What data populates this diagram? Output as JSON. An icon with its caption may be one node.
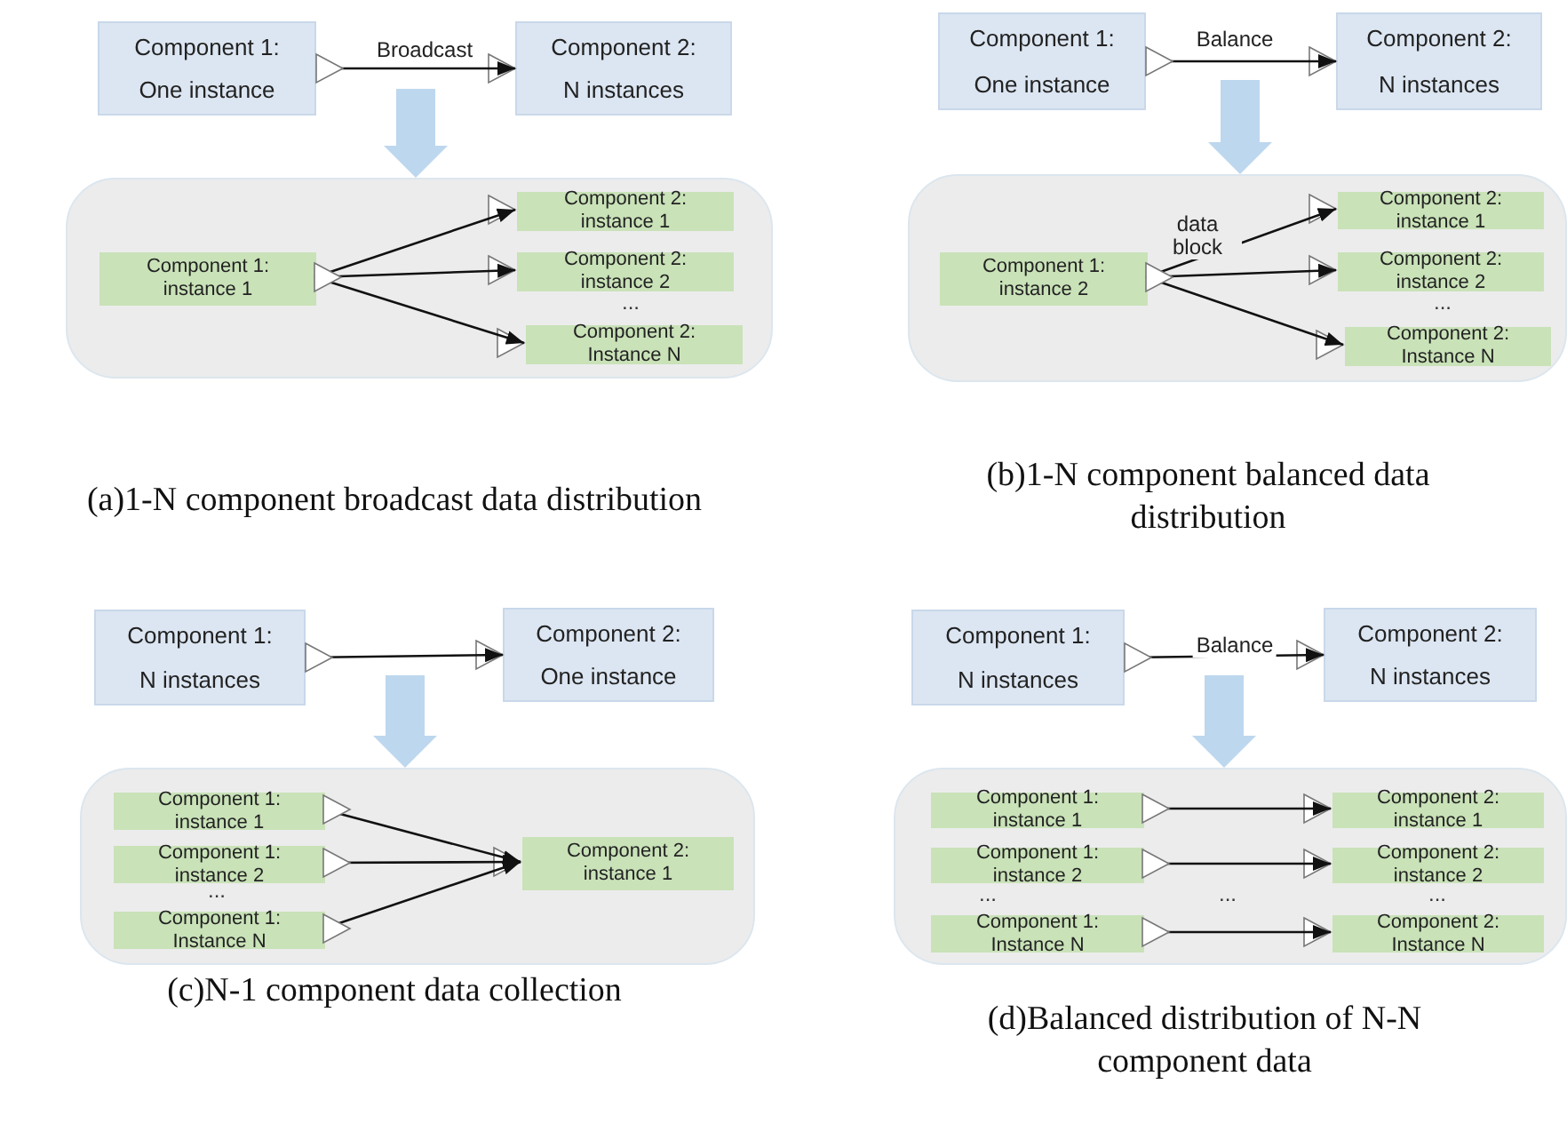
{
  "diagram": {
    "nodes": [
      {
        "text": [
          "Component 1:",
          "One instance"
        ]
      },
      {
        "text": [
          "Component 2:",
          "N instances"
        ]
      },
      {
        "text": [],
        "shape": "box"
      },
      {
        "text": [
          "Component 1: instance 1"
        ],
        "in": 2
      },
      {
        "text": [
          "Component 2: instance 1"
        ],
        "in": 2
      },
      {
        "text": [
          "Component 2: instance 2"
        ],
        "in": 2
      },
      {
        "text": [
          "Component 2: Instance N"
        ],
        "in": 2
      },
      {
        "text": [
          "Component 1:",
          "One instance"
        ]
      },
      {
        "text": [
          "Component 2:",
          "N instances"
        ]
      },
      {
        "text": [],
        "shape": "box"
      },
      {
        "text": [
          "Component 1: instance 2"
        ],
        "in": 9
      },
      {
        "text": [
          "Component 2: instance 1"
        ],
        "in": 9
      },
      {
        "text": [
          "Component 2: instance 2"
        ],
        "in": 9
      },
      {
        "text": [
          "Component 2: Instance N"
        ],
        "in": 9
      },
      {
        "text": [
          "Component 1:",
          "N instances"
        ]
      },
      {
        "text": [
          "Component 2:",
          "One instance"
        ]
      },
      {
        "text": [],
        "shape": "box"
      },
      {
        "text": [
          "Component 1: instance 1"
        ],
        "in": 16
      },
      {
        "text": [
          "Component 1: instance 2"
        ],
        "in": 16
      },
      {
        "text": [
          "Component 1: Instance N"
        ],
        "in": 16
      },
      {
        "text": [
          "Component 2: instance 1"
        ],
        "in": 16
      },
      {
        "text": [
          "Component 1:",
          "N instances"
        ]
      },
      {
        "text": [
          "Component 2:",
          "N instances"
        ]
      },
      {
        "text": [],
        "shape": "box"
      },
      {
        "text": [
          "Component 1: instance 1"
        ],
        "in": 23
      },
      {
        "text": [
          "Component 1: instance 2"
        ],
        "in": 23
      },
      {
        "text": [
          "Component 1: Instance N"
        ],
        "in": 23
      },
      {
        "text": [
          "Component 2: instance 1"
        ],
        "in": 23
      },
      {
        "text": [
          "Component 2: instance 2"
        ],
        "in": 23
      },
      {
        "text": [
          "Component 2: Instance N"
        ],
        "in": 23
      }
    ],
    "edges": [
      {
        "from": 0,
        "to": 1,
        "arrow": "to",
        "label": "Broadcast"
      },
      {
        "from": null,
        "to": 2,
        "arrow": "to",
        "style": "thick",
        "color": "#bdd7ee"
      },
      {
        "from": 3,
        "to": 4,
        "arrow": "to"
      },
      {
        "from": 3,
        "to": 5,
        "arrow": "to"
      },
      {
        "from": 3,
        "to": 6,
        "arrow": "to"
      },
      {
        "from": 7,
        "to": 8,
        "arrow": "to",
        "label": "Balance"
      },
      {
        "from": null,
        "to": 9,
        "arrow": "to",
        "style": "thick",
        "color": "#bdd7ee"
      },
      {
        "from": 10,
        "to": 11,
        "arrow": "to",
        "label": "data block"
      },
      {
        "from": 10,
        "to": 12,
        "arrow": "to"
      },
      {
        "from": 10,
        "to": 13,
        "arrow": "to"
      },
      {
        "from": 14,
        "to": 15,
        "arrow": "to"
      },
      {
        "from": null,
        "to": 16,
        "arrow": "to",
        "style": "thick",
        "color": "#bdd7ee"
      },
      {
        "from": 17,
        "to": 20,
        "arrow": "to"
      },
      {
        "from": 18,
        "to": 20,
        "arrow": "to"
      },
      {
        "from": 19,
        "to": 20,
        "arrow": "to"
      },
      {
        "from": 21,
        "to": 22,
        "arrow": "to",
        "label": "Balance"
      },
      {
        "from": null,
        "to": 23,
        "arrow": "to",
        "style": "thick",
        "color": "#bdd7ee"
      },
      {
        "from": 24,
        "to": 27,
        "arrow": "to"
      },
      {
        "from": 25,
        "to": 28,
        "arrow": "to"
      },
      {
        "from": 26,
        "to": 29,
        "arrow": "to"
      }
    ],
    "labels": [
      "...",
      "(a)1-N component broadcast data distribution",
      "...",
      "(b)1-N component balanced data distribution",
      "...",
      "(c)N-1 component data collection",
      "...",
      "...",
      "...",
      "(d)Balanced distribution of N-N component data"
    ]
  }
}
